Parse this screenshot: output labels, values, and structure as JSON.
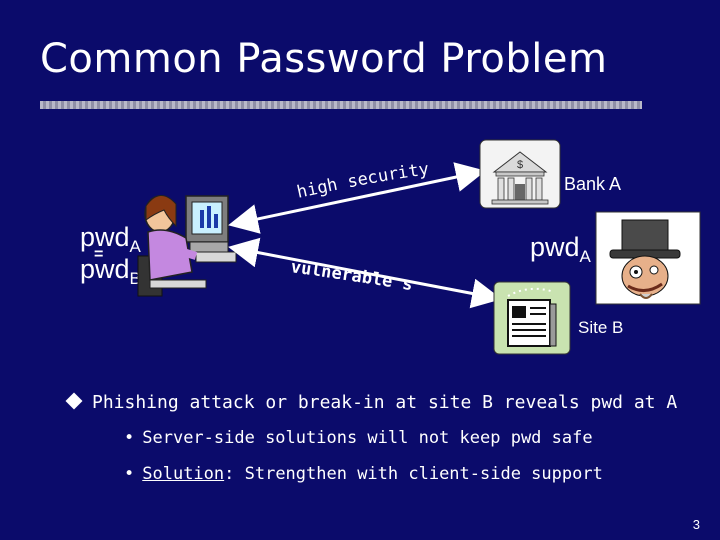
{
  "slide": {
    "title": "Common Password Problem",
    "page_number": "3"
  },
  "diagram": {
    "user_pwd_top": "pwd",
    "user_pwd_top_sub": "A",
    "equals": "=",
    "user_pwd_bottom": "pwd",
    "user_pwd_bottom_sub": "B",
    "high_security_label": "high security site",
    "vulnerable_label": "vulnerable site",
    "bank_label": "Bank A",
    "bank_sign": "$",
    "attacker_pwd": "pwd",
    "attacker_pwd_sub": "A",
    "site_b_label": "Site B"
  },
  "bullets": {
    "main": "Phishing attack or break-in at site B reveals pwd at A",
    "sub1": "Server-side solutions will not keep pwd safe",
    "sub2_prefix": "Solution",
    "sub2_rest": ": Strengthen with client-side support"
  }
}
